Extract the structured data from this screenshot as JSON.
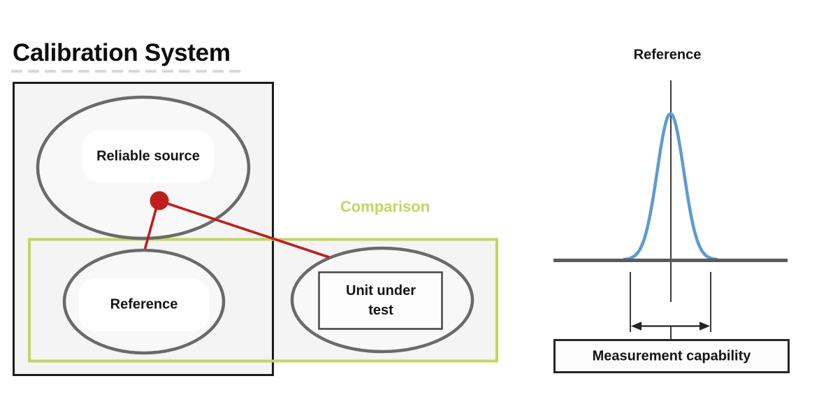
{
  "title": "Calibration System",
  "calibration_system": {
    "reliable_source_label": "Reliable source",
    "reference_label": "Reference"
  },
  "comparison": {
    "label": "Comparison",
    "unit_under_test": {
      "line1": "Unit under",
      "line2": "test"
    }
  },
  "reference_distribution": {
    "title": "Reference",
    "measurement_capability_label": "Measurement capability"
  },
  "colors": {
    "comparison_green": "#c3d65e",
    "link_red": "#c01d1d",
    "curve_blue": "#5b9bd5",
    "ellipse_gray": "#6a6a6a",
    "frame_black": "#1c1c1c",
    "baseline_gray": "#5a5a5a"
  }
}
